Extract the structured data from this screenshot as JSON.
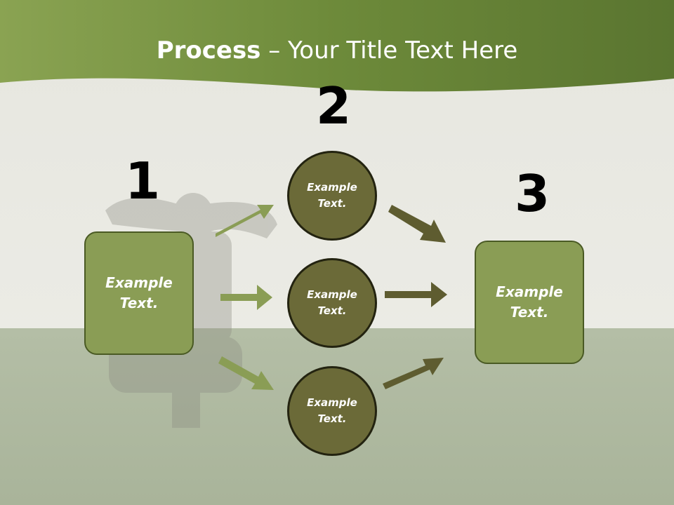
{
  "title": {
    "bold": "Process",
    "rest": " – Your Title Text Here"
  },
  "steps": [
    {
      "number": "1",
      "line1": "Example",
      "line2": "Text."
    },
    {
      "number": "2"
    },
    {
      "number": "3",
      "line1": "Example",
      "line2": "Text."
    }
  ],
  "circles": [
    {
      "line1": "Example",
      "line2": "Text."
    },
    {
      "line1": "Example",
      "line2": "Text."
    },
    {
      "line1": "Example",
      "line2": "Text."
    }
  ],
  "colors": {
    "header_green": "#6b8a3a",
    "box_fill": "#8a9d55",
    "circle_fill": "#6b6a38",
    "arrow_light": "#8a9d55",
    "arrow_dark": "#5e5c30"
  }
}
